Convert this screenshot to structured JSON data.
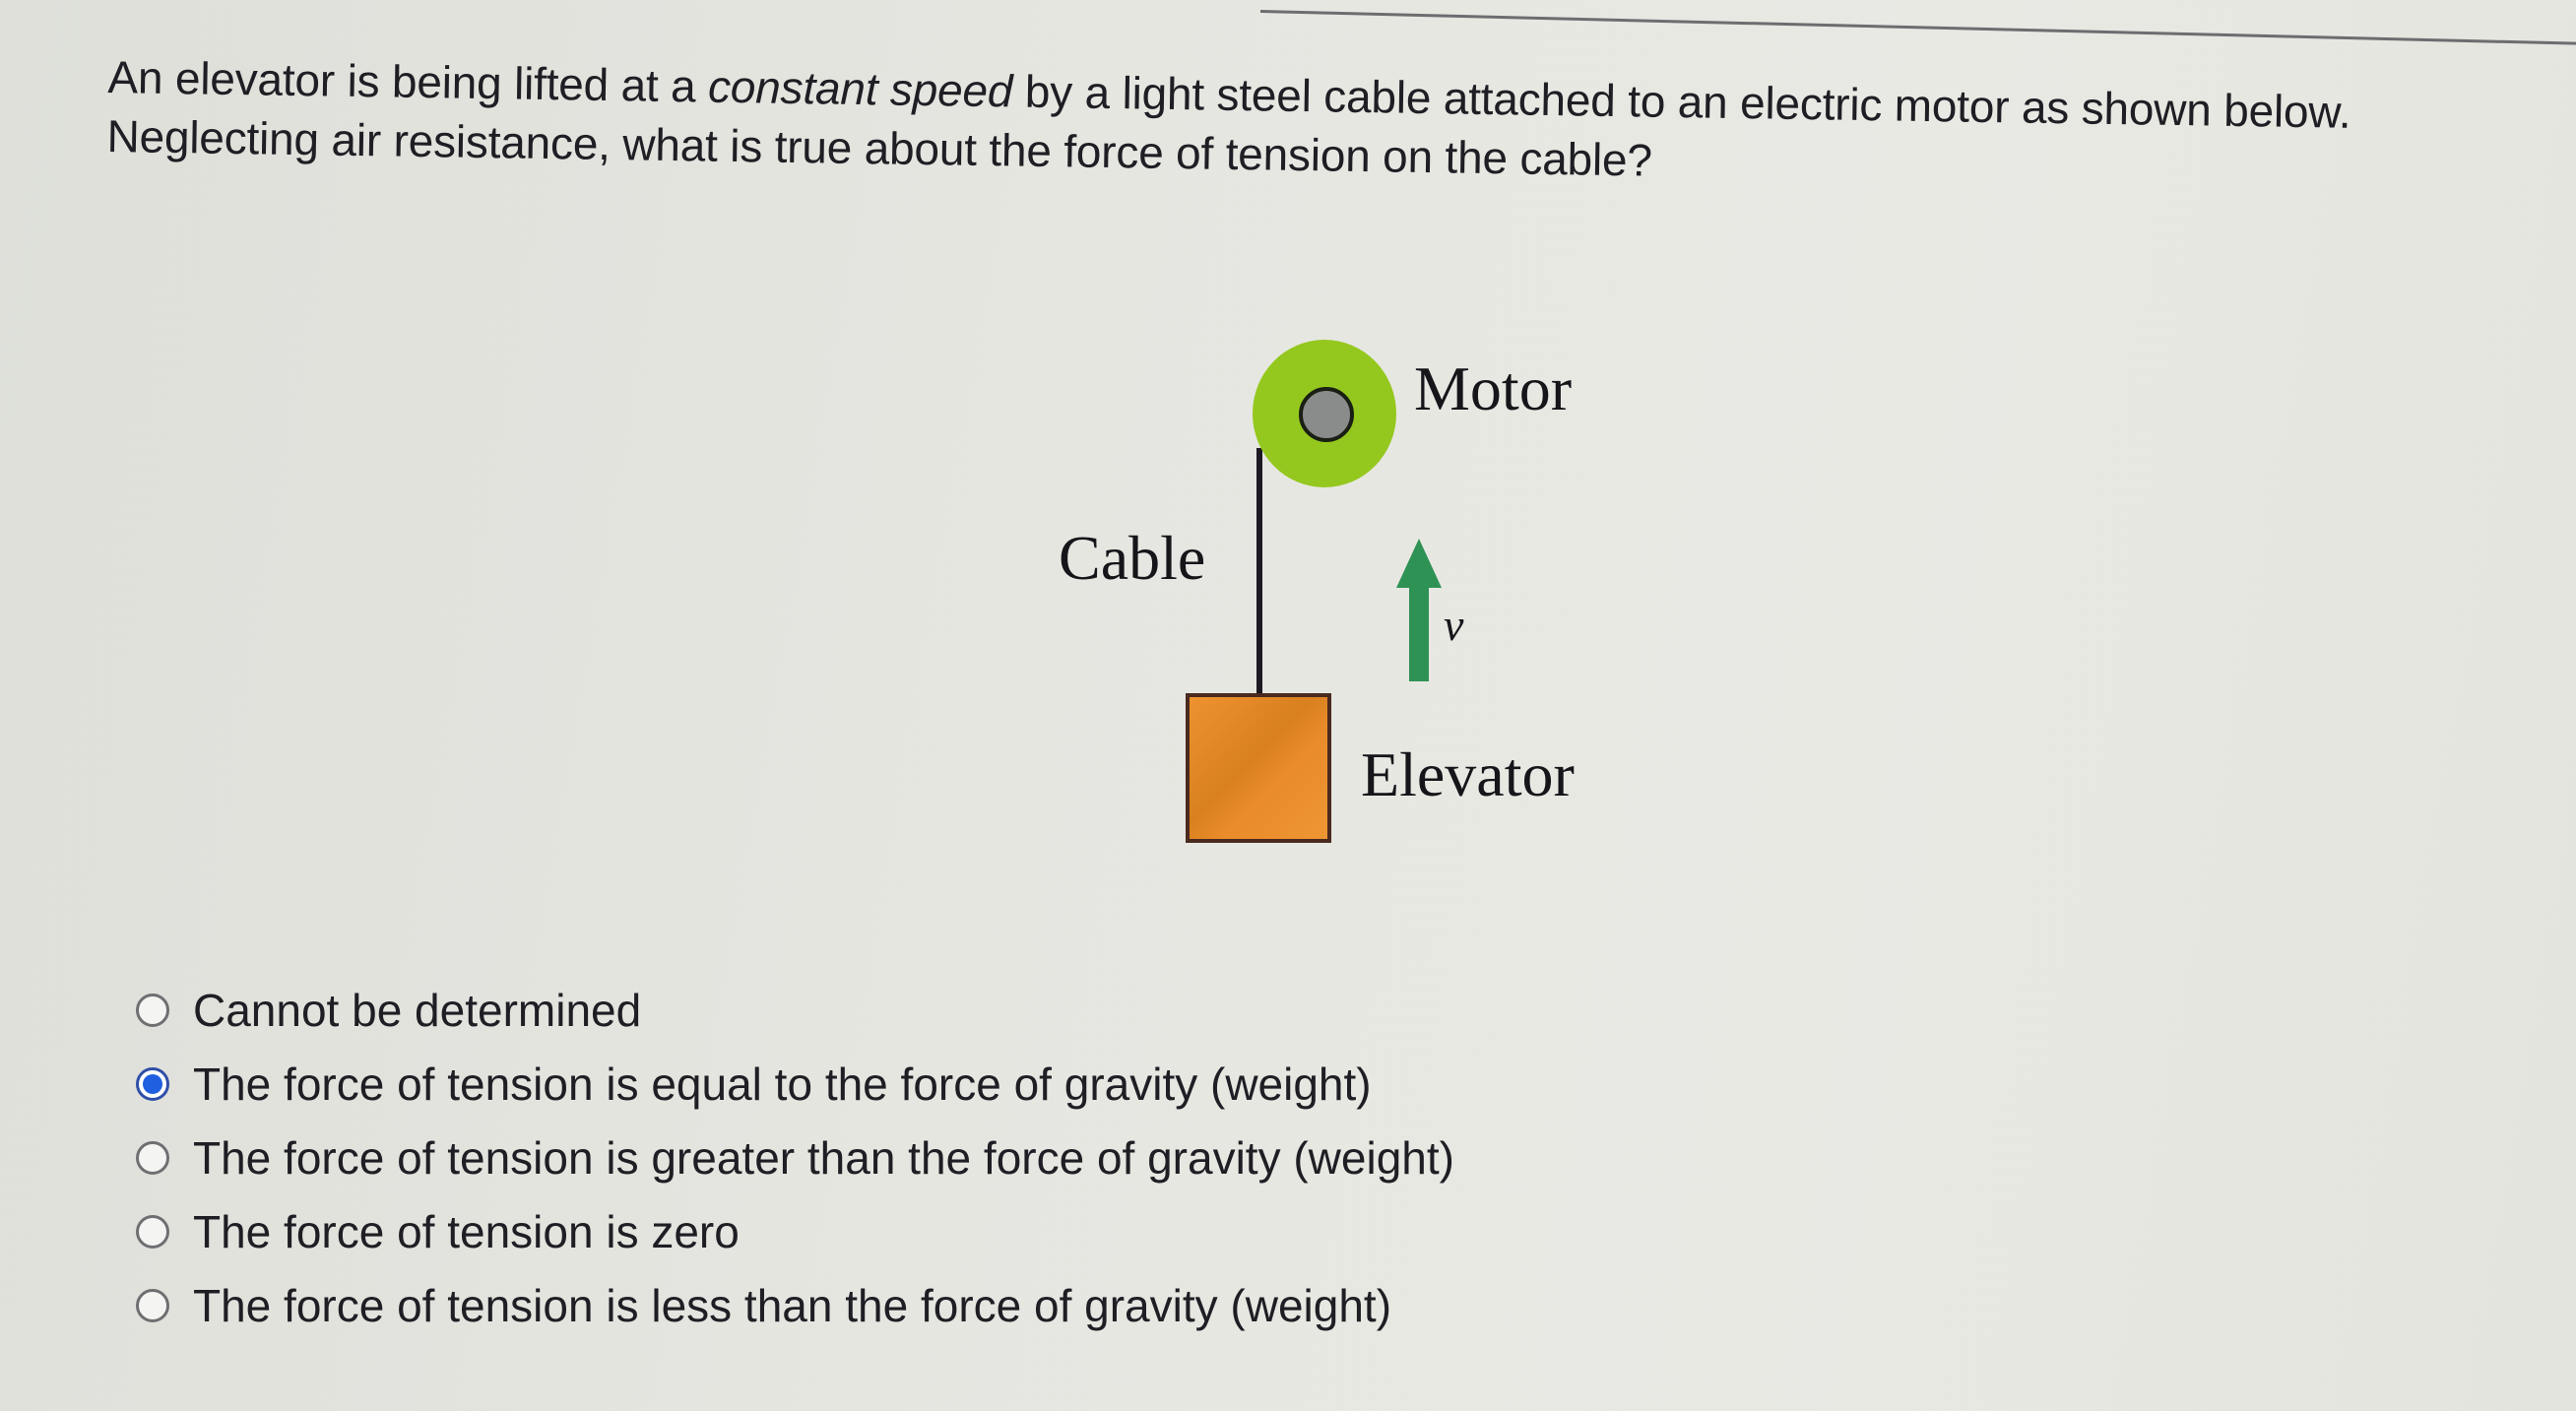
{
  "question": {
    "line1_before": "An elevator is being lifted at a ",
    "line1_italic": "constant speed",
    "line1_after": " by a light steel cable attached to an electric motor as shown below.",
    "line2": "Neglecting air resistance, what is true about the force of tension on the cable?"
  },
  "diagram": {
    "motor_label": "Motor",
    "cable_label": "Cable",
    "velocity_label": "v",
    "elevator_label": "Elevator",
    "colors": {
      "motor": "#94c81e",
      "motor_hub": "#8a8c8c",
      "elevator": "#e88a2a",
      "elevator_border": "#4a2a1e",
      "arrow": "#2f9255",
      "cable": "#1d1a22"
    }
  },
  "options": [
    {
      "label": "Cannot be determined",
      "selected": false
    },
    {
      "label": "The force of tension is equal to the force of gravity (weight)",
      "selected": true
    },
    {
      "label": "The force of tension is greater than the force of gravity (weight)",
      "selected": false
    },
    {
      "label": "The force of tension is zero",
      "selected": false
    },
    {
      "label": "The force of tension is less than the force of gravity (weight)",
      "selected": false
    }
  ],
  "accent_color": "#1f5fe0"
}
